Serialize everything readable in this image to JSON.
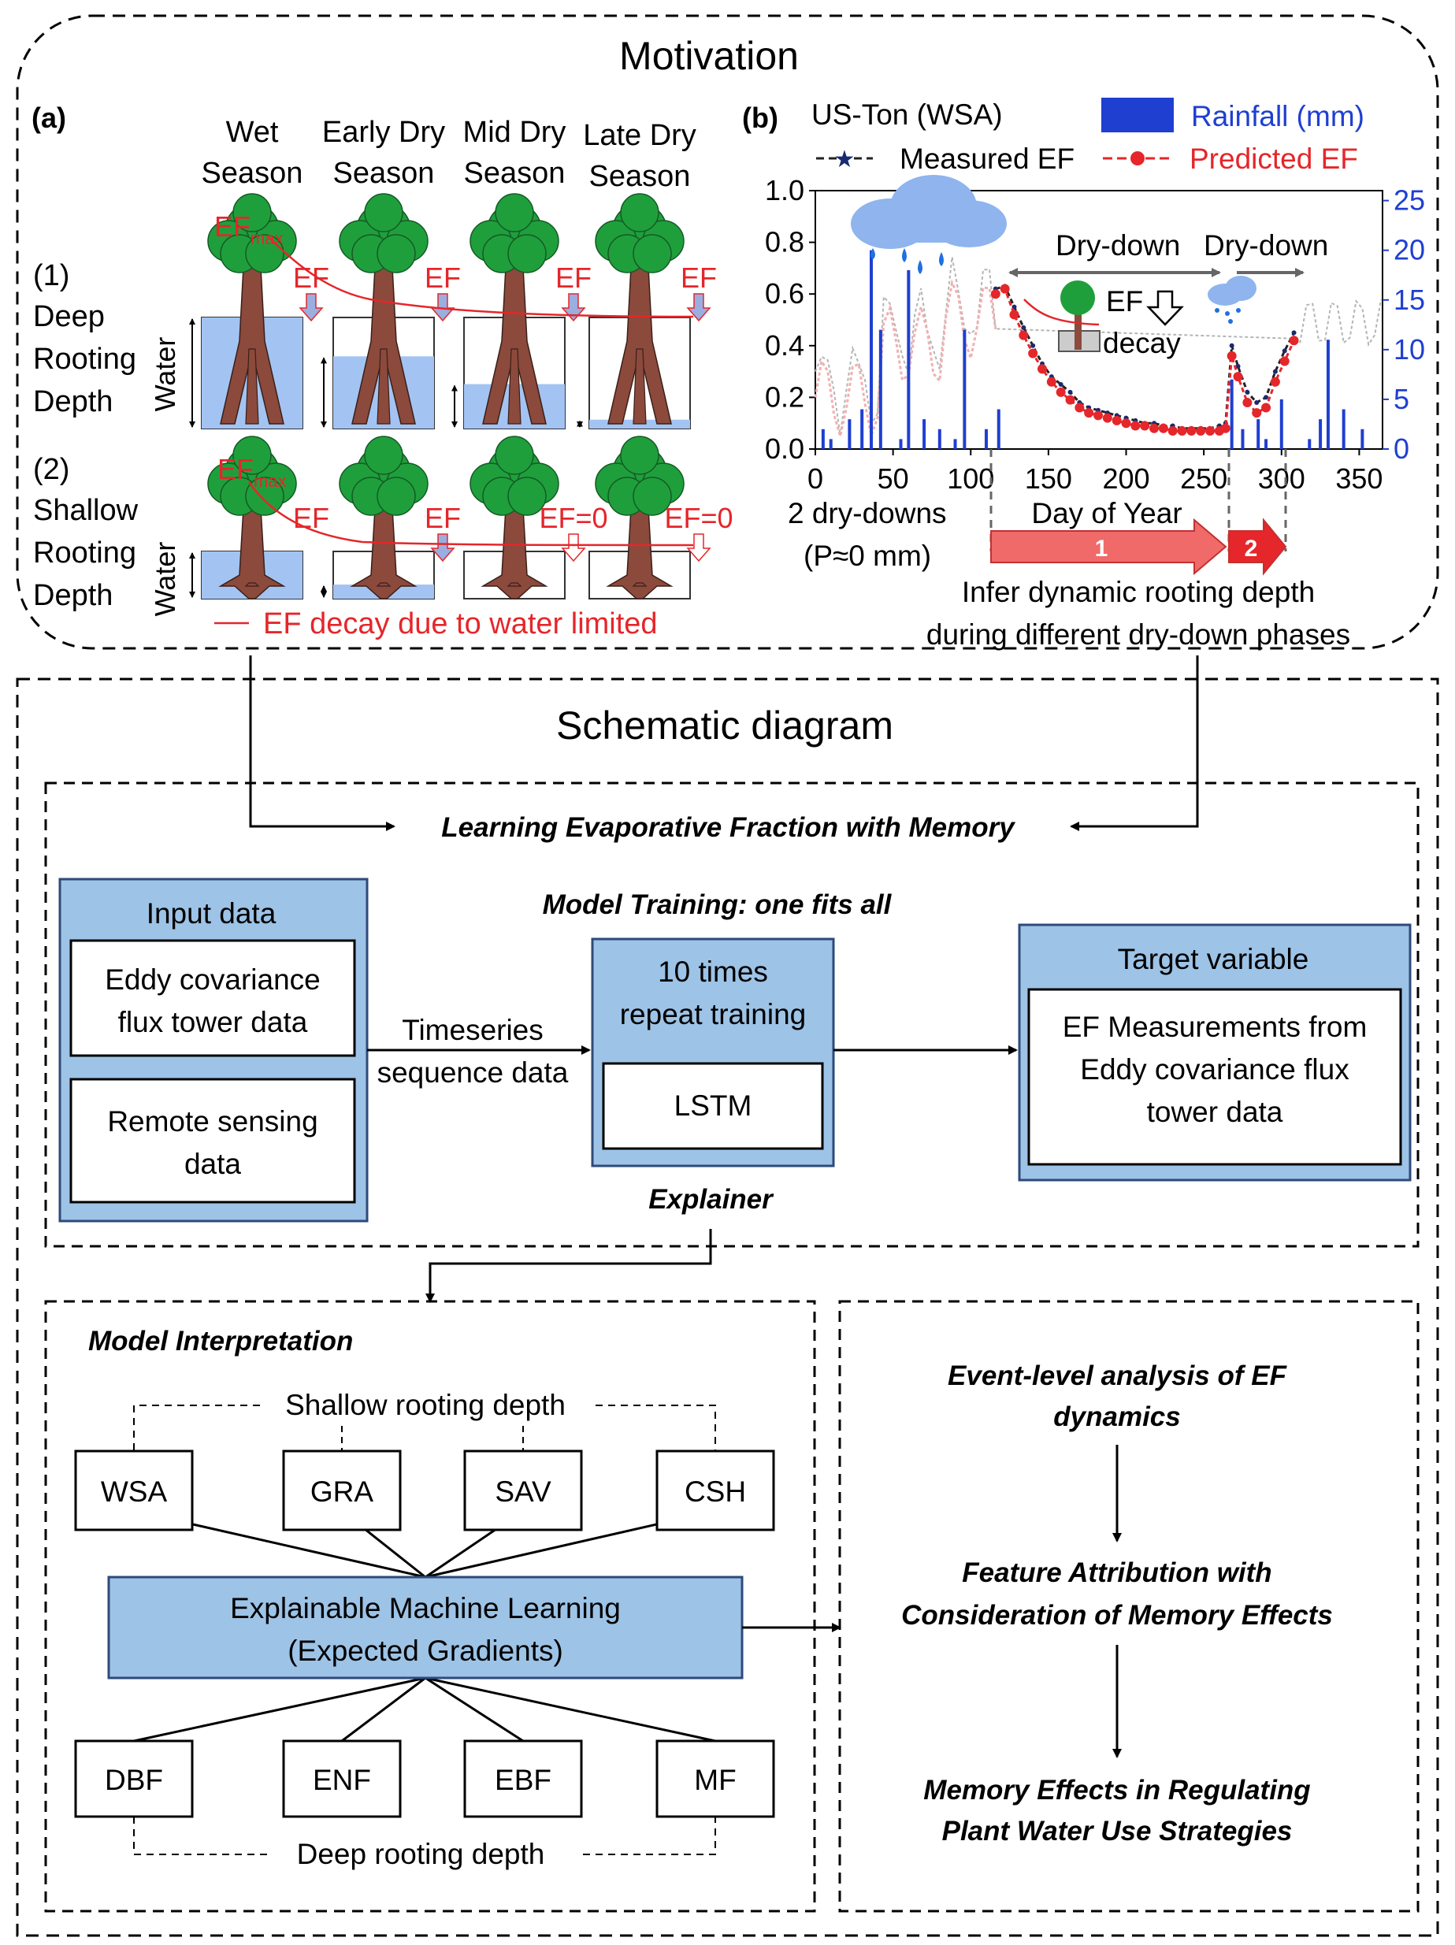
{
  "motivation": {
    "title": "Motivation",
    "panel_a": {
      "label": "(a)",
      "seasons": [
        {
          "line1": "Wet",
          "line2": "Season"
        },
        {
          "line1": "Early Dry",
          "line2": "Season"
        },
        {
          "line1": "Mid Dry",
          "line2": "Season"
        },
        {
          "line1": "Late Dry",
          "line2": "Season"
        }
      ],
      "row1": {
        "num": "(1)",
        "line1": "Deep",
        "line2": "Rooting",
        "line3": "Depth",
        "water": "Water",
        "water_levels": [
          1.0,
          0.65,
          0.4,
          0.08
        ],
        "ef_labels": [
          "EF",
          "EF",
          "EF",
          "EF"
        ]
      },
      "row2": {
        "num": "(2)",
        "line1": "Shallow",
        "line2": "Rooting",
        "line3": "Depth",
        "water": "Water",
        "water_levels": [
          1.0,
          0.3,
          0.0,
          0.0
        ],
        "ef_labels": [
          "EF",
          "EF",
          "EF=0",
          "EF=0"
        ]
      },
      "efmax": "EF",
      "efmax_sub": "max",
      "legend": "EF decay due to water limited"
    },
    "panel_b": {
      "label": "(b)",
      "site": "US-Ton (WSA)",
      "legend_rainfall": "Rainfall (mm)",
      "legend_measured": "Measured EF",
      "legend_predicted": "Predicted  EF",
      "dry_down_1": "Dry-down",
      "dry_down_2": "Dry-down",
      "ef_label": "EF",
      "decay_label": "decay",
      "xlabel": "Day of Year",
      "note_line1": "2 dry-downs",
      "note_line2": "(P≈0 mm)",
      "phase_1": "1",
      "phase_2": "2",
      "infer_line1": "Infer dynamic rooting depth",
      "infer_line2": "during different dry-down phases"
    }
  },
  "chart_data": {
    "type": "line",
    "title": "US-Ton (WSA)",
    "xlabel": "Day of Year",
    "ylabel": "",
    "y2label": "",
    "xlim": [
      0,
      365
    ],
    "ylim": [
      0,
      1.0
    ],
    "y2lim": [
      0,
      26
    ],
    "xticks": [
      0,
      50,
      100,
      150,
      200,
      250,
      300,
      350
    ],
    "yticks": [
      "0.0",
      "0.2",
      "0.4",
      "0.6",
      "0.8",
      "1.0"
    ],
    "y2ticks": [
      "0",
      "5",
      "10",
      "15",
      "20",
      "25"
    ],
    "series": [
      {
        "name": "Measured EF",
        "color": "#222222",
        "x": [
          116,
          122,
          128,
          134,
          140,
          146,
          152,
          158,
          164,
          170,
          176,
          182,
          188,
          194,
          200,
          206,
          212,
          218,
          224,
          230,
          236,
          242,
          248,
          254,
          260,
          264,
          268,
          272,
          278,
          284,
          290,
          296,
          302,
          308
        ],
        "y": [
          0.62,
          0.63,
          0.55,
          0.47,
          0.4,
          0.33,
          0.28,
          0.25,
          0.22,
          0.18,
          0.16,
          0.15,
          0.14,
          0.13,
          0.12,
          0.11,
          0.1,
          0.1,
          0.09,
          0.09,
          0.08,
          0.08,
          0.08,
          0.08,
          0.09,
          0.1,
          0.4,
          0.32,
          0.22,
          0.18,
          0.2,
          0.3,
          0.38,
          0.45
        ]
      },
      {
        "name": "Predicted  EF",
        "color": "#e5262a",
        "x": [
          116,
          122,
          128,
          134,
          140,
          146,
          152,
          158,
          164,
          170,
          176,
          182,
          188,
          194,
          200,
          206,
          212,
          218,
          224,
          230,
          236,
          242,
          248,
          254,
          260,
          264,
          268,
          272,
          278,
          284,
          290,
          296,
          302,
          308
        ],
        "y": [
          0.6,
          0.62,
          0.52,
          0.44,
          0.37,
          0.31,
          0.26,
          0.22,
          0.19,
          0.16,
          0.14,
          0.13,
          0.12,
          0.11,
          0.1,
          0.09,
          0.09,
          0.08,
          0.08,
          0.07,
          0.07,
          0.07,
          0.07,
          0.07,
          0.07,
          0.08,
          0.36,
          0.28,
          0.18,
          0.14,
          0.16,
          0.26,
          0.34,
          0.42
        ]
      },
      {
        "name": "Rainfall (mm)",
        "color": "#1f3fd1",
        "type": "bar",
        "x": [
          5,
          10,
          22,
          30,
          36,
          42,
          55,
          60,
          70,
          80,
          90,
          96,
          110,
          118,
          268,
          275,
          285,
          290,
          300,
          318,
          325,
          330,
          340,
          352
        ],
        "y": [
          2,
          1,
          3,
          4,
          20,
          12,
          1,
          18,
          3,
          2,
          1,
          12,
          2,
          4,
          7,
          2,
          3,
          1,
          5,
          1,
          3,
          11,
          4,
          2
        ]
      }
    ]
  },
  "schematic": {
    "title": "Schematic diagram",
    "learning_title": "Learning Evaporative Fraction with Memory",
    "input": {
      "header": "Input data",
      "box1_l1": "Eddy covariance",
      "box1_l2": "flux tower data",
      "box2_l1": "Remote sensing",
      "box2_l2": "data"
    },
    "timeseries_l1": "Timeseries",
    "timeseries_l2": "sequence data",
    "model_training": "Model Training: one fits all",
    "training": {
      "l1": "10 times",
      "l2": "repeat training",
      "lstm": "LSTM"
    },
    "target": {
      "header": "Target variable",
      "l1": "EF Measurements from",
      "l2": "Eddy covariance flux",
      "l3": "tower data"
    },
    "explainer": "Explainer",
    "interpretation": {
      "title": "Model Interpretation",
      "shallow": "Shallow rooting depth",
      "deep": "Deep rooting depth",
      "top_types": [
        "WSA",
        "GRA",
        "SAV",
        "CSH"
      ],
      "bottom_types": [
        "DBF",
        "ENF",
        "EBF",
        "MF"
      ],
      "xml_l1": "Explainable Machine Learning",
      "xml_l2": "(Expected Gradients)"
    },
    "analysis": {
      "s1_l1": "Event-level analysis of EF",
      "s1_l2": "dynamics",
      "s2_l1": "Feature Attribution with",
      "s2_l2": "Consideration of Memory Effects",
      "s3_l1": "Memory Effects in Regulating",
      "s3_l2": "Plant Water Use Strategies"
    }
  },
  "colors": {
    "box_blue": "#9dc3e6",
    "red": "#e5262a",
    "rain_blue": "#1f3fd1",
    "water": "#a3c4f3",
    "trunk": "#8b4a3c",
    "tree": "#1f9f3c"
  }
}
